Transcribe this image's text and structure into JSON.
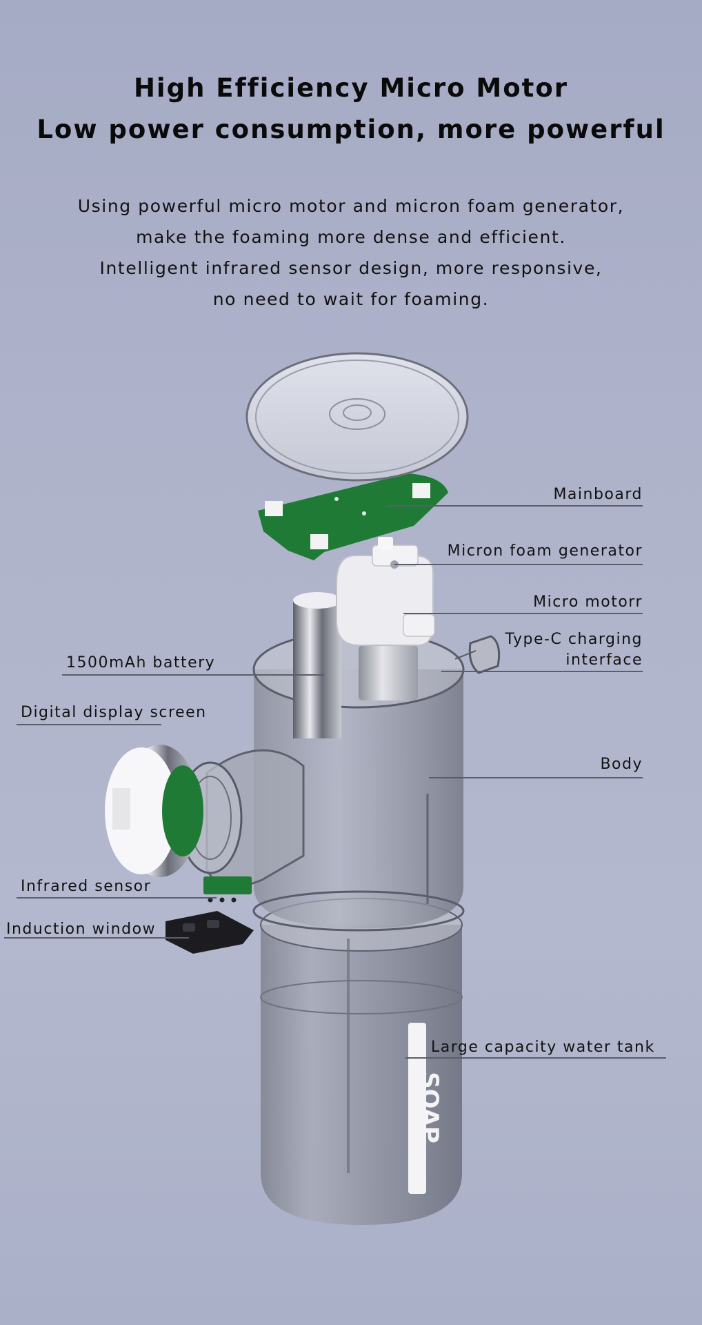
{
  "headline": {
    "line1": "High Efficiency Micro Motor",
    "line2": "Low power consumption, more powerful"
  },
  "description": [
    "Using powerful micro motor and micron foam generator,",
    "make the foaming more dense and efficient.",
    "Intelligent infrared sensor design, more responsive,",
    "no need to wait for foaming."
  ],
  "labels": {
    "mainboard": "Mainboard",
    "foam_generator": "Micron foam generator",
    "micro_motor": "Micro motorr",
    "type_c_line1": "Type-C charging",
    "type_c_line2": "interface",
    "battery": "1500mAh battery",
    "display": "Digital display screen",
    "body": "Body",
    "infrared": "Infrared sensor",
    "induction": "Induction window",
    "tank": "Large capacity water tank"
  },
  "tank_print": "SOAP",
  "colors": {
    "pcb_green": "#1f7a35",
    "shell_gray": "#8d909c",
    "text": "#0a0a0a"
  }
}
